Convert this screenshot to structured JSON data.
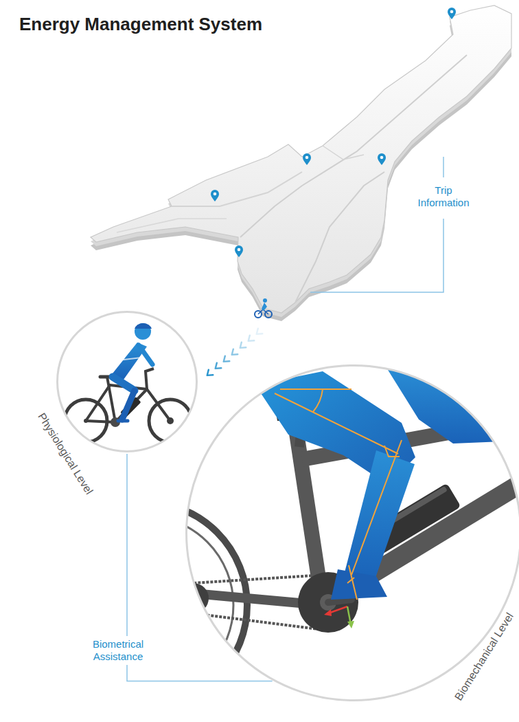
{
  "diagram": {
    "title": "Energy Management System",
    "nodes": [
      {
        "text": [
          "Physiological Level"
        ]
      },
      {
        "text": [
          "Biomechanical Level"
        ]
      }
    ],
    "edges": [
      {
        "from": 0,
        "to": 1,
        "label": "Biometrical Assistance",
        "arrow": "none"
      }
    ],
    "labels": [
      "Trip Information"
    ]
  }
}
